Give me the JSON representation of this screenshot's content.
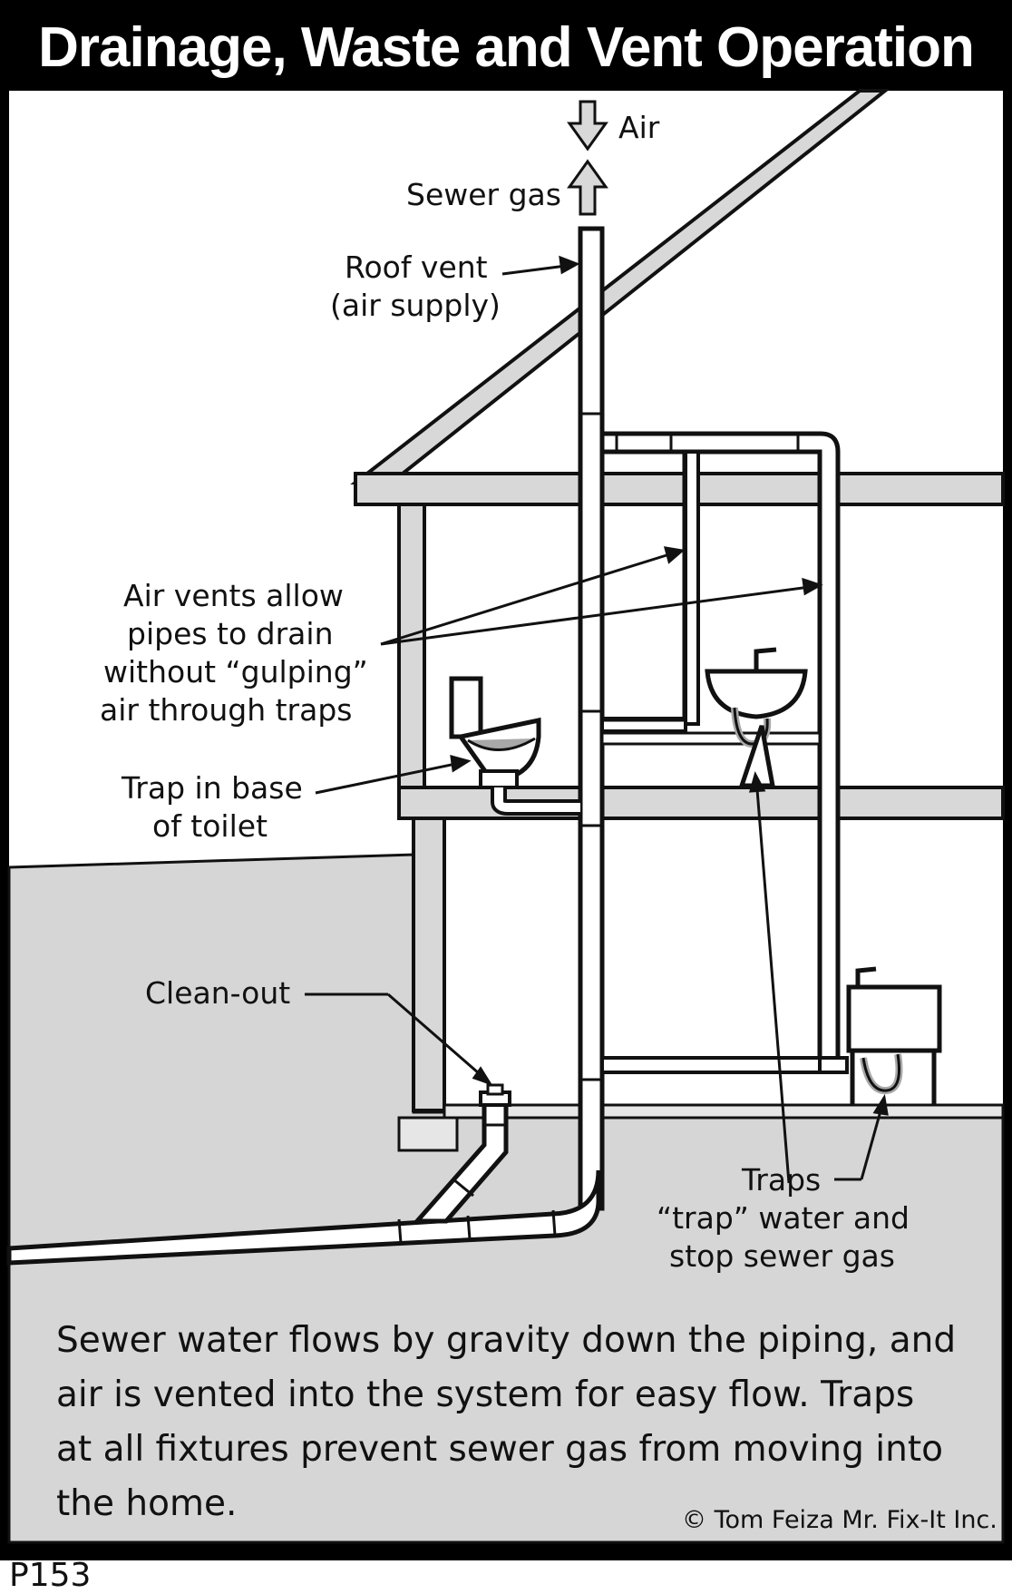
{
  "title": "Drainage, Waste and Vent Operation",
  "labels": {
    "air": "Air",
    "sewer_gas": "Sewer gas",
    "roof_vent_line1": "Roof vent",
    "roof_vent_line2": "(air supply)",
    "air_vents_line1": "Air vents allow",
    "air_vents_line2": "pipes to drain",
    "air_vents_line3": "without “gulping”",
    "air_vents_line4": "air through traps",
    "toilet_trap_line1": "Trap in base",
    "toilet_trap_line2": "of toilet",
    "clean_out": "Clean-out",
    "traps_line1": "Traps",
    "traps_line2": "“trap” water and",
    "traps_line3": "stop sewer gas"
  },
  "caption": {
    "line1": "Sewer water flows by gravity down the piping, and",
    "line2": "air is vented into the system for easy flow. Traps",
    "line3": "at all fixtures prevent sewer gas from moving into",
    "line4": "the home."
  },
  "copyright": "© Tom Feiza Mr. Fix-It Inc.",
  "code": "P153",
  "colors": {
    "frame": "#000000",
    "ground": "#d6d6d6",
    "sky": "#ffffff",
    "pipe_fill": "#ffffff",
    "arrow_fill": "#d9d9d9",
    "trap_water": "#a8a8a8"
  }
}
